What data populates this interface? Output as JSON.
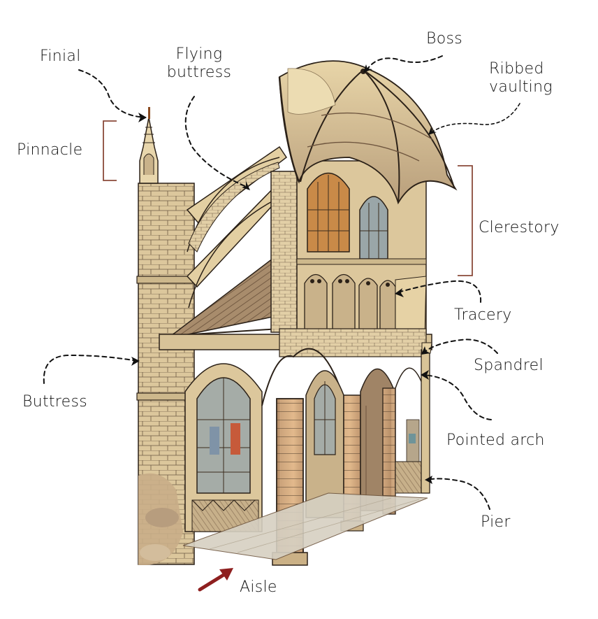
{
  "diagram": {
    "subject": "Gothic cathedral cross-section",
    "colors": {
      "stone_light": "#e8d6ac",
      "stone_mid": "#cdb88c",
      "stone_dark": "#8d7456",
      "roof_wood": "#a08466",
      "ink": "#2b2118",
      "bracket": "#8b4a3a",
      "aisle_arrow": "#8e1f1f",
      "finial": "#8a4a20",
      "glass_warm": "#c98a48",
      "glass_cool": "#9aa6a8",
      "label_text": "#111111"
    },
    "labels": {
      "finial": "Finial",
      "flying_buttress_line1": "Flying",
      "flying_buttress_line2": "buttress",
      "pinnacle": "Pinnacle",
      "boss": "Boss",
      "ribbed_vaulting_line1": "Ribbed",
      "ribbed_vaulting_line2": "vaulting",
      "clerestory": "Clerestory",
      "tracery": "Tracery",
      "spandrel": "Spandrel",
      "pointed_arch": "Pointed arch",
      "pier": "Pier",
      "buttress": "Buttress",
      "aisle": "Aisle"
    },
    "annotation_types": {
      "finial": "dashed-arrow",
      "flying_buttress": "dashed-arrow",
      "pinnacle": "bracket",
      "boss": "dashed-arrow",
      "ribbed_vaulting": "dashed-arrow",
      "clerestory": "bracket",
      "tracery": "dashed-arrow",
      "spandrel": "dashed-arrow",
      "pointed_arch": "dashed-arrow",
      "pier": "dashed-arrow",
      "buttress": "dashed-arrow",
      "aisle": "solid-arrow"
    }
  }
}
